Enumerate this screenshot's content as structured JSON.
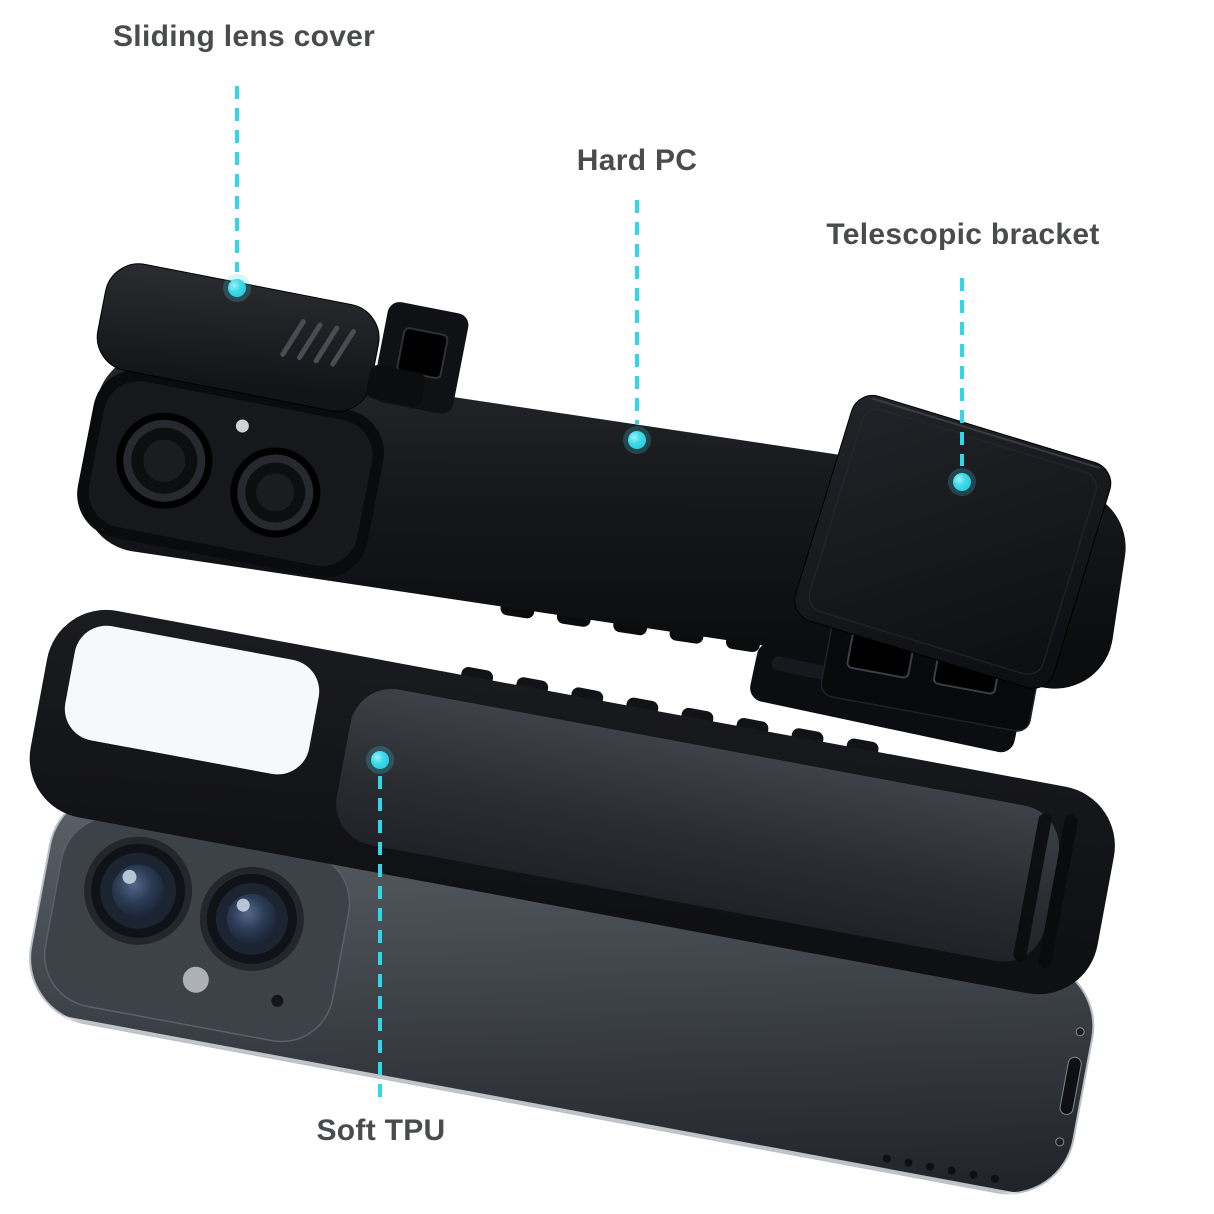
{
  "image": {
    "background": "#ffffff",
    "subject": "Exploded view of a kickstand phone case with sliding camera cover"
  },
  "accent": {
    "line_color": "#2fd7e9",
    "dot_color": "#3fd9ea"
  },
  "label_style": {
    "color": "#4a4b4d"
  },
  "callouts": [
    {
      "id": "sliding-lens-cover",
      "label": "Sliding lens cover"
    },
    {
      "id": "hard-pc",
      "label": "Hard PC"
    },
    {
      "id": "telescopic-bracket",
      "label": "Telescopic bracket"
    },
    {
      "id": "soft-tpu",
      "label": "Soft TPU"
    }
  ]
}
